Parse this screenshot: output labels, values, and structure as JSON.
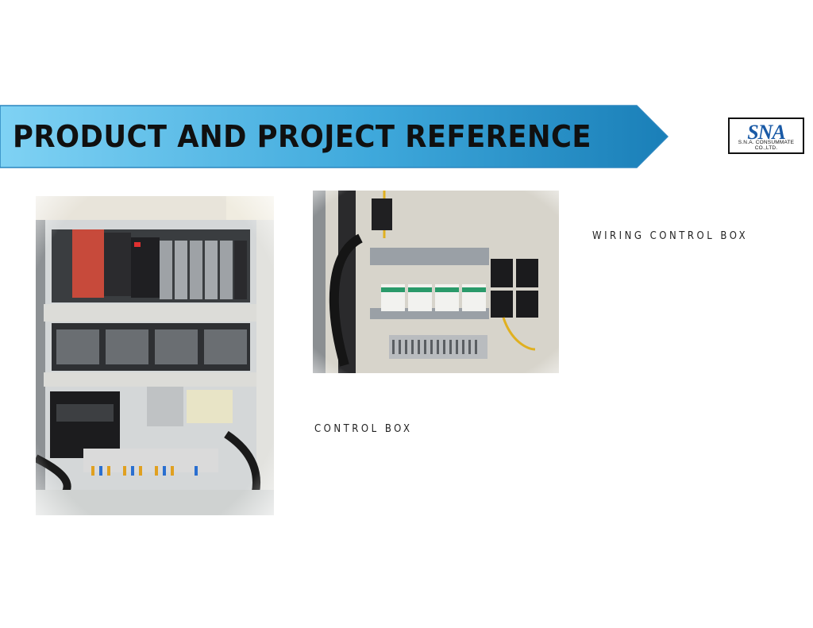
{
  "banner": {
    "title": "PRODUCT AND PROJECT REFERENCE",
    "gradient_start": "#7fd2f4",
    "gradient_end": "#1a7fb8"
  },
  "logo": {
    "mark": "SNA",
    "company": "S.N.A. CONSUMMATE CO.,LTD.",
    "color": "#1a5aa6"
  },
  "photos": {
    "control_box_image": "control-cabinet-photo",
    "wiring_box_image": "wiring-control-panel-photo"
  },
  "captions": {
    "wiring_control_box": "WIRING CONTROL BOX",
    "control_box": "CONTROL BOX"
  }
}
